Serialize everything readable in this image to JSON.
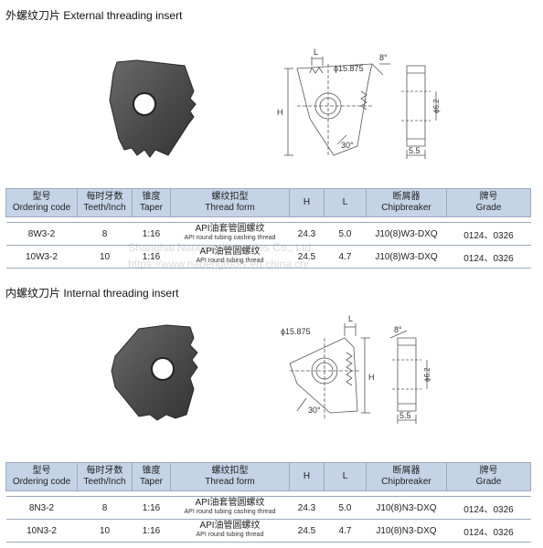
{
  "sections": [
    {
      "title": "外螺纹刀片 External threading insert",
      "headers": [
        {
          "zh": "型号",
          "en": "Ordering code"
        },
        {
          "zh": "每时牙数",
          "en": "Teeth/Inch"
        },
        {
          "zh": "锥度",
          "en": "Taper"
        },
        {
          "zh": "螺纹扣型",
          "en": "Thread form"
        },
        {
          "zh": "H",
          "en": ""
        },
        {
          "zh": "L",
          "en": ""
        },
        {
          "zh": "断屑器",
          "en": "Chipbreaker"
        },
        {
          "zh": "牌号",
          "en": "Grade"
        }
      ],
      "rows": [
        {
          "code": "8W3-2",
          "teeth": "8",
          "taper": "1:16",
          "form_zh": "API油套管圆螺纹",
          "form_en": "API round tubing cashing thread",
          "h": "24.3",
          "l": "5.0",
          "chip": "J10(8)W3-DXQ",
          "grade": "0124、0326"
        },
        {
          "code": "10W3-2",
          "teeth": "10",
          "taper": "1:16",
          "form_zh": "API油管圆螺纹",
          "form_en": "API round tubing thread",
          "h": "24.5",
          "l": "4.7",
          "chip": "J10(8)W3-DXQ",
          "grade": "0124、0326"
        }
      ],
      "drawing": {
        "dia": "ϕ15.875",
        "angle_top": "8°",
        "angle_bottom": "30°",
        "L": "L",
        "H": "H",
        "thick": "ϕ6.2",
        "width": "5.5"
      }
    },
    {
      "title": "内螺纹刀片 Internal threading insert",
      "headers": [
        {
          "zh": "型号",
          "en": "Ordering code"
        },
        {
          "zh": "每时牙数",
          "en": "Teeth/Inch"
        },
        {
          "zh": "锥度",
          "en": "Taper"
        },
        {
          "zh": "螺纹扣型",
          "en": "Thread form"
        },
        {
          "zh": "H",
          "en": ""
        },
        {
          "zh": "L",
          "en": ""
        },
        {
          "zh": "断屑器",
          "en": "Chipbreaker"
        },
        {
          "zh": "牌号",
          "en": "Grade"
        }
      ],
      "rows": [
        {
          "code": "8N3-2",
          "teeth": "8",
          "taper": "1:16",
          "form_zh": "API油套管圆螺纹",
          "form_en": "API round tubing cashing thread",
          "h": "24.3",
          "l": "5.0",
          "chip": "J10(8)N3-DXQ",
          "grade": "0124、0326"
        },
        {
          "code": "10N3-2",
          "teeth": "10",
          "taper": "1:16",
          "form_zh": "API油管圆螺纹",
          "form_en": "API round tubing thread",
          "h": "24.5",
          "l": "4.7",
          "chip": "J10(8)N3-DXQ",
          "grade": "0124、0326"
        }
      ],
      "drawing": {
        "dia": "ϕ15.875",
        "angle_top": "8°",
        "angle_bottom": "30°",
        "L": "L",
        "H": "H",
        "thick": "ϕ6.2",
        "width": "5.5"
      }
    }
  ],
  "watermark": {
    "line1": "Shanghai Naoteng Industries Co., Ltd.",
    "line2": "https://www.naoengtools.en.china.cn/"
  }
}
